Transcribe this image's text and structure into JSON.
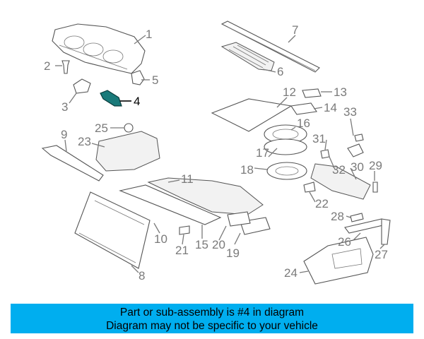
{
  "banner": {
    "line1": "Part or sub-assembly is #4 in diagram",
    "line2": "Diagram may not be specific to your vehicle"
  },
  "highlight_color": "#1a7a7a",
  "banner_color": "#00aeef",
  "callouts": {
    "c1": "1",
    "c2": "2",
    "c3": "3",
    "c4": "4",
    "c5": "5",
    "c6": "6",
    "c7": "7",
    "c8": "8",
    "c9": "9",
    "c10": "10",
    "c11": "11",
    "c12": "12",
    "c13": "13",
    "c14": "14",
    "c15": "15",
    "c16": "16",
    "c17": "17",
    "c18": "18",
    "c19": "19",
    "c20": "20",
    "c21": "21",
    "c22": "22",
    "c23": "23",
    "c24": "24",
    "c25": "25",
    "c26": "26",
    "c27": "27",
    "c28": "28",
    "c29": "29",
    "c30": "30",
    "c31": "31",
    "c32": "32",
    "c33": "33"
  }
}
